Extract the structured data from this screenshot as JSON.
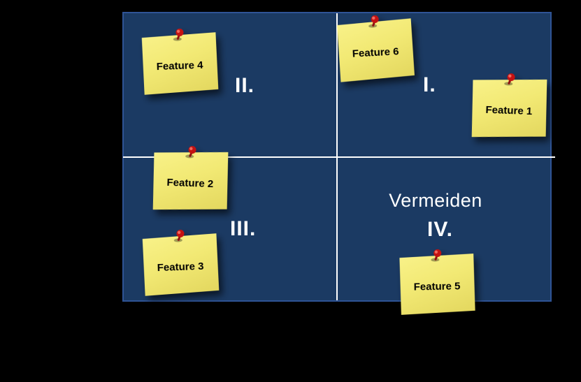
{
  "page": {
    "background": "#000000"
  },
  "matrix": {
    "fill": "#1b3a63",
    "border_color": "#2f5496",
    "divider_color": "#ffffff",
    "quadrant_labels": {
      "q1": "I.",
      "q2": "II.",
      "q3": "III.",
      "q4": "IV."
    },
    "q4_caption": "Vermeiden"
  },
  "notes": [
    {
      "label": "Feature 4",
      "quadrant": "II"
    },
    {
      "label": "Feature 6",
      "quadrant": "I"
    },
    {
      "label": "Feature 1",
      "quadrant": "I"
    },
    {
      "label": "Feature 2",
      "quadrant": "III"
    },
    {
      "label": "Feature 3",
      "quadrant": "III"
    },
    {
      "label": "Feature 5",
      "quadrant": "IV"
    }
  ],
  "colors": {
    "note_yellow": "#f2e974",
    "pin_red": "#d31717",
    "label_white": "#ffffff",
    "note_text": "#000000"
  }
}
